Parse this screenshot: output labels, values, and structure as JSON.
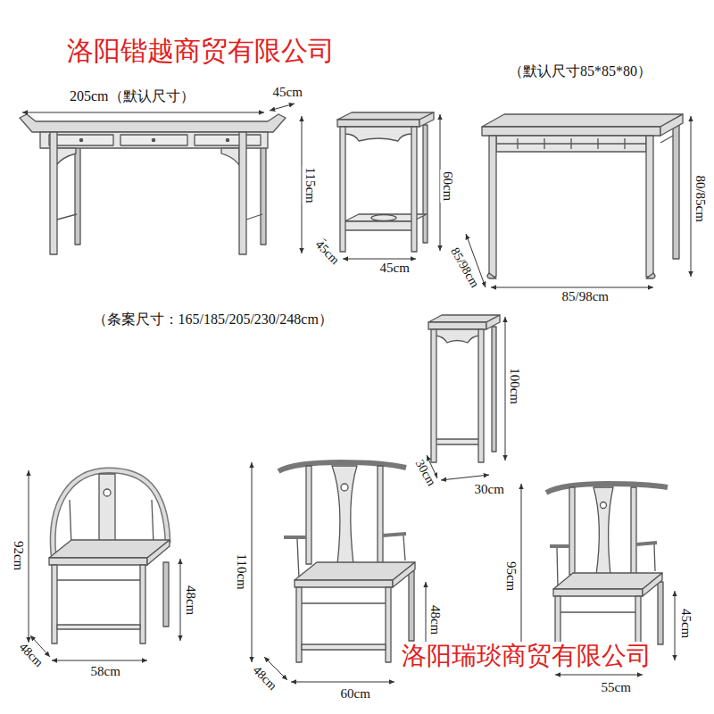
{
  "diagram": {
    "labels": [
      "洛阳锴越商贸有限公司",
      "205cm（默认尺寸）",
      "45cm",
      "115cm",
      "60cm",
      "45cm",
      "45cm",
      "（默认尺寸85*85*80）",
      "80/85cm",
      "85/98cm",
      "85/98cm",
      "（条案尺寸：165/185/205/230/248cm）",
      "100cm",
      "30cm",
      "30cm",
      "92cm",
      "48cm",
      "48cm",
      "58cm",
      "110cm",
      "48cm",
      "48cm",
      "60cm",
      "95cm",
      "45cm",
      "55cm",
      "洛阳瑞琰商贸有限公司"
    ]
  }
}
